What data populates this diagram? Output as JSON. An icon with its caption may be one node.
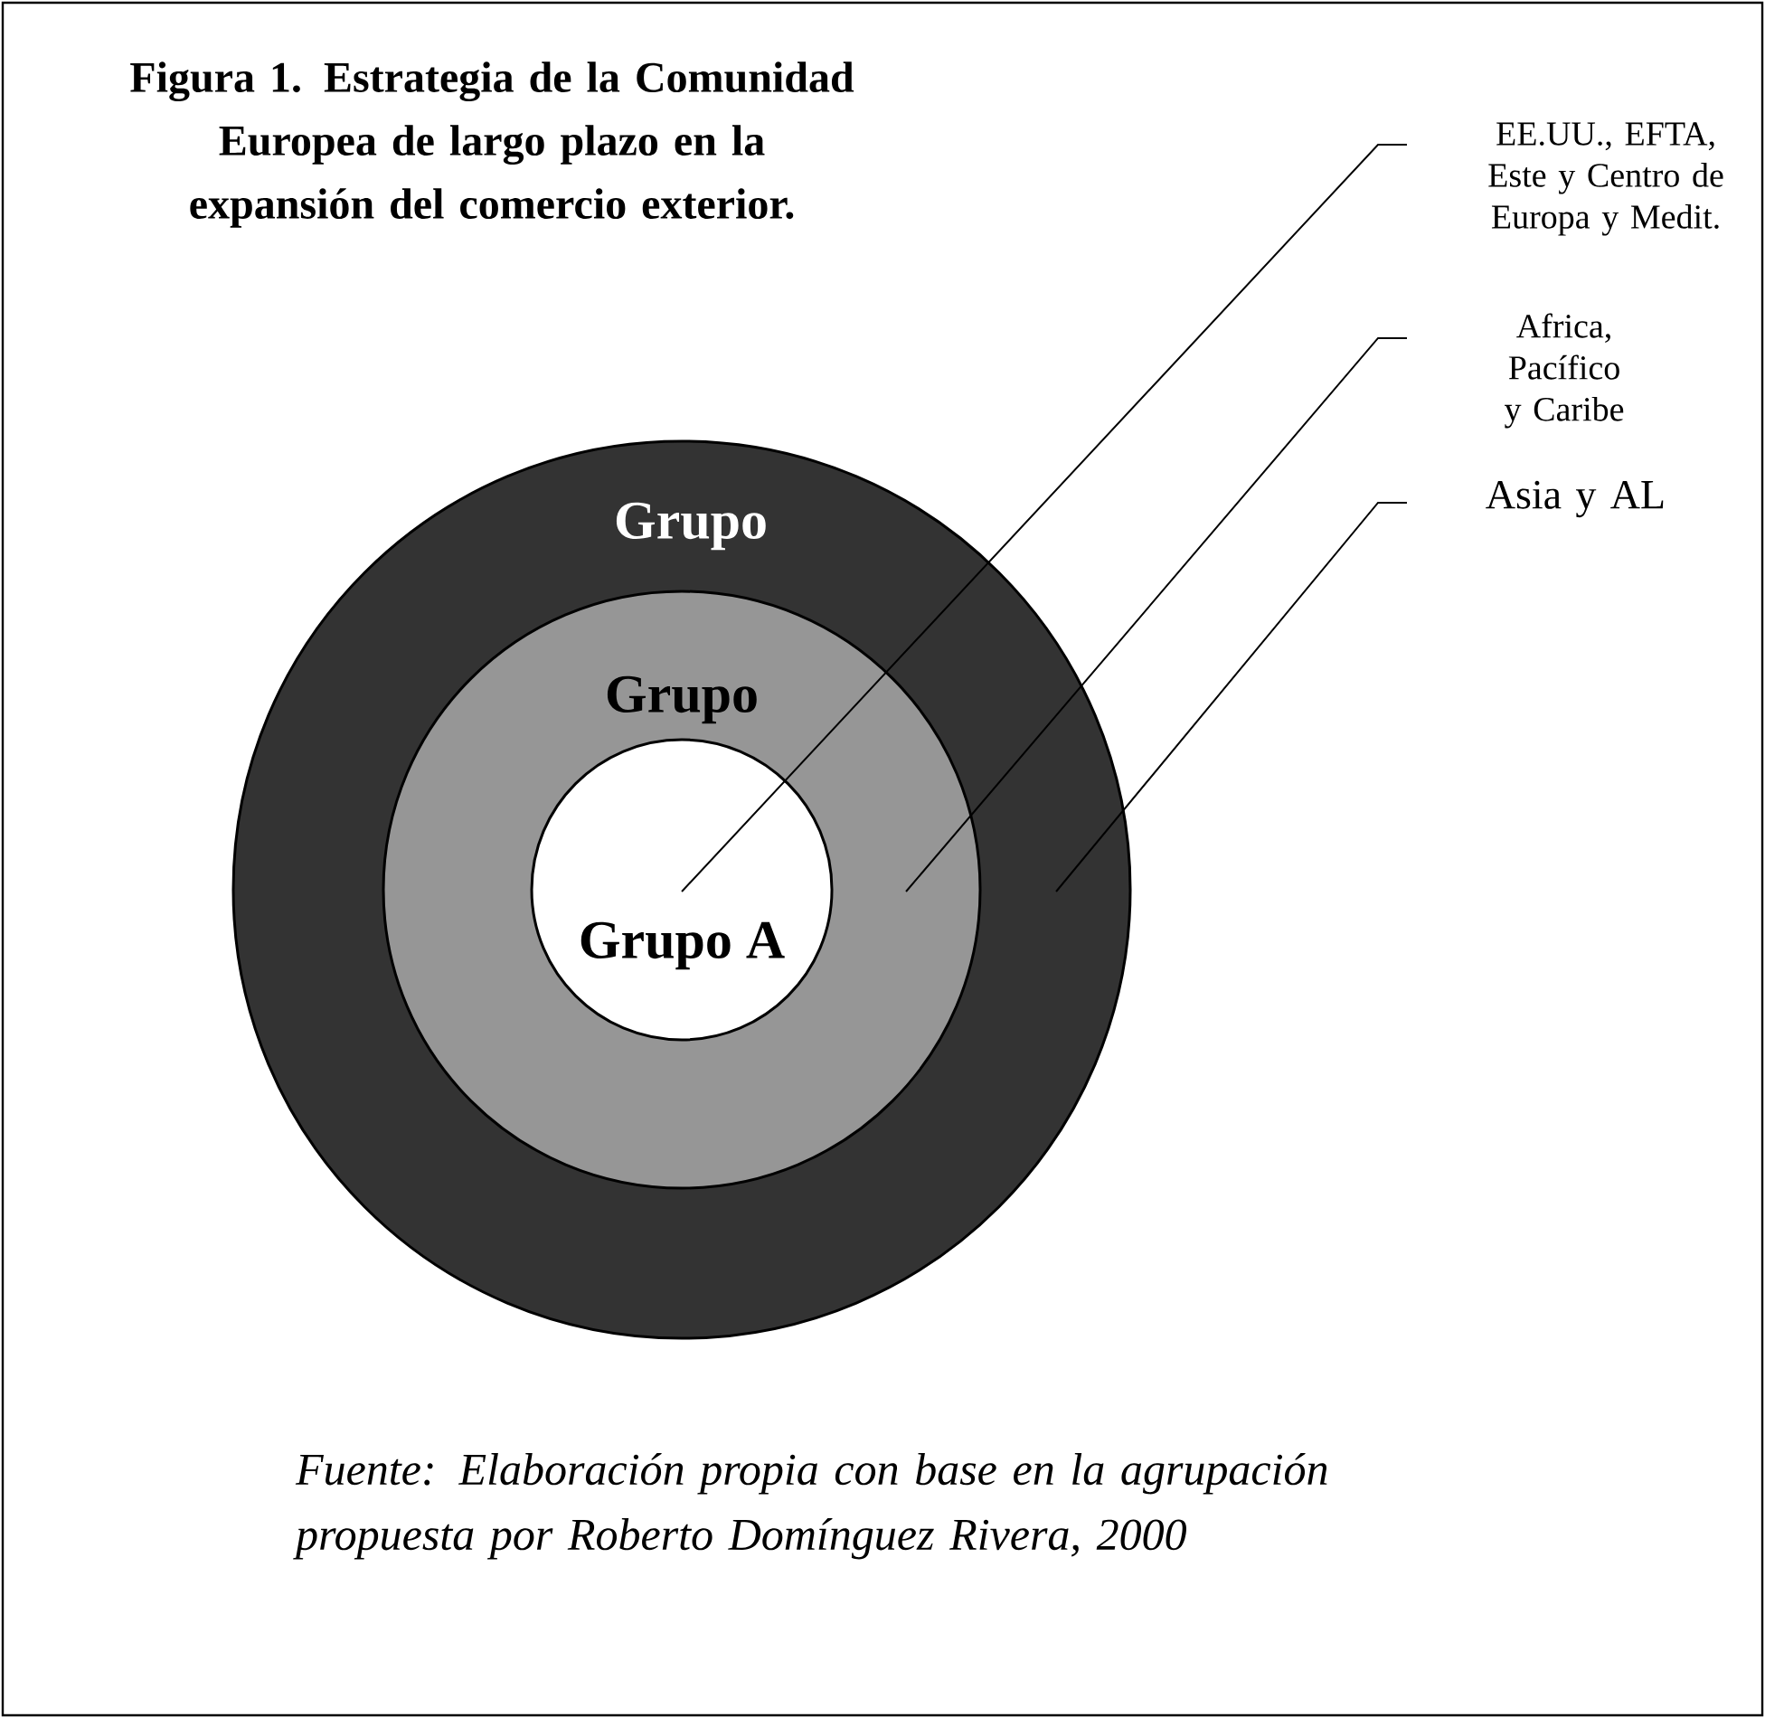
{
  "diagram": {
    "title": "Figura 1. Estrategia de la Comunidad Europea de largo plazo en la expansión del comercio exterior.",
    "caption": "Fuente: Elaboración propia con base en la agrupación propuesta por Roberto Domínguez Rivera, 2000",
    "nodes": [
      {
        "text": [
          "Grupo"
        ]
      },
      {
        "text": [
          "Grupo"
        ],
        "in": 0
      },
      {
        "text": [
          "Grupo A"
        ],
        "in": 1
      },
      {
        "text": [
          "EE.UU., EFTA, Este y Centro de Europa y Medit."
        ]
      },
      {
        "text": [
          "Africa, Pacífico y Caribe"
        ]
      },
      {
        "text": [
          "Asia y AL"
        ]
      }
    ],
    "edges": [
      {
        "from": 3,
        "to": 2,
        "arrow": "none"
      },
      {
        "from": 4,
        "to": 1,
        "arrow": "none"
      },
      {
        "from": 5,
        "to": 0,
        "arrow": "none"
      }
    ]
  }
}
